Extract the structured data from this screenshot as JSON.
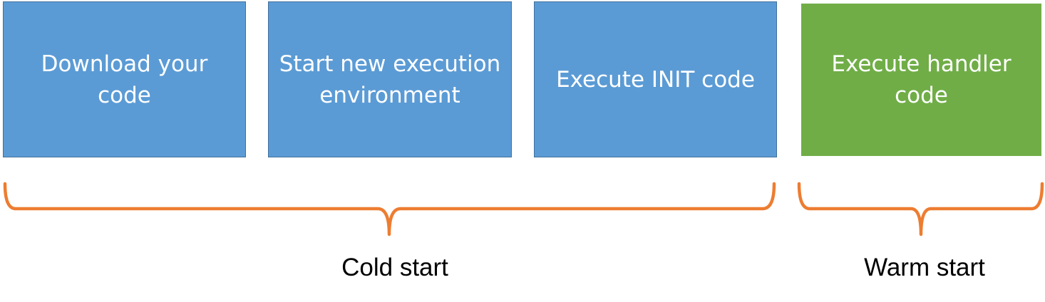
{
  "steps": [
    {
      "label": "Download your\ncode",
      "color": "#5b9bd5"
    },
    {
      "label": "Start new execution\nenvironment",
      "color": "#5b9bd5"
    },
    {
      "label": "Execute INIT code",
      "color": "#5b9bd5"
    },
    {
      "label": "Execute handler\ncode",
      "color": "#70ad47"
    }
  ],
  "phases": {
    "cold": {
      "label": "Cold start"
    },
    "warm": {
      "label": "Warm start"
    }
  },
  "colors": {
    "brace": "#ed7d31",
    "blue_box": "#5b9bd5",
    "green_box": "#70ad47",
    "box_text": "#ffffff"
  }
}
